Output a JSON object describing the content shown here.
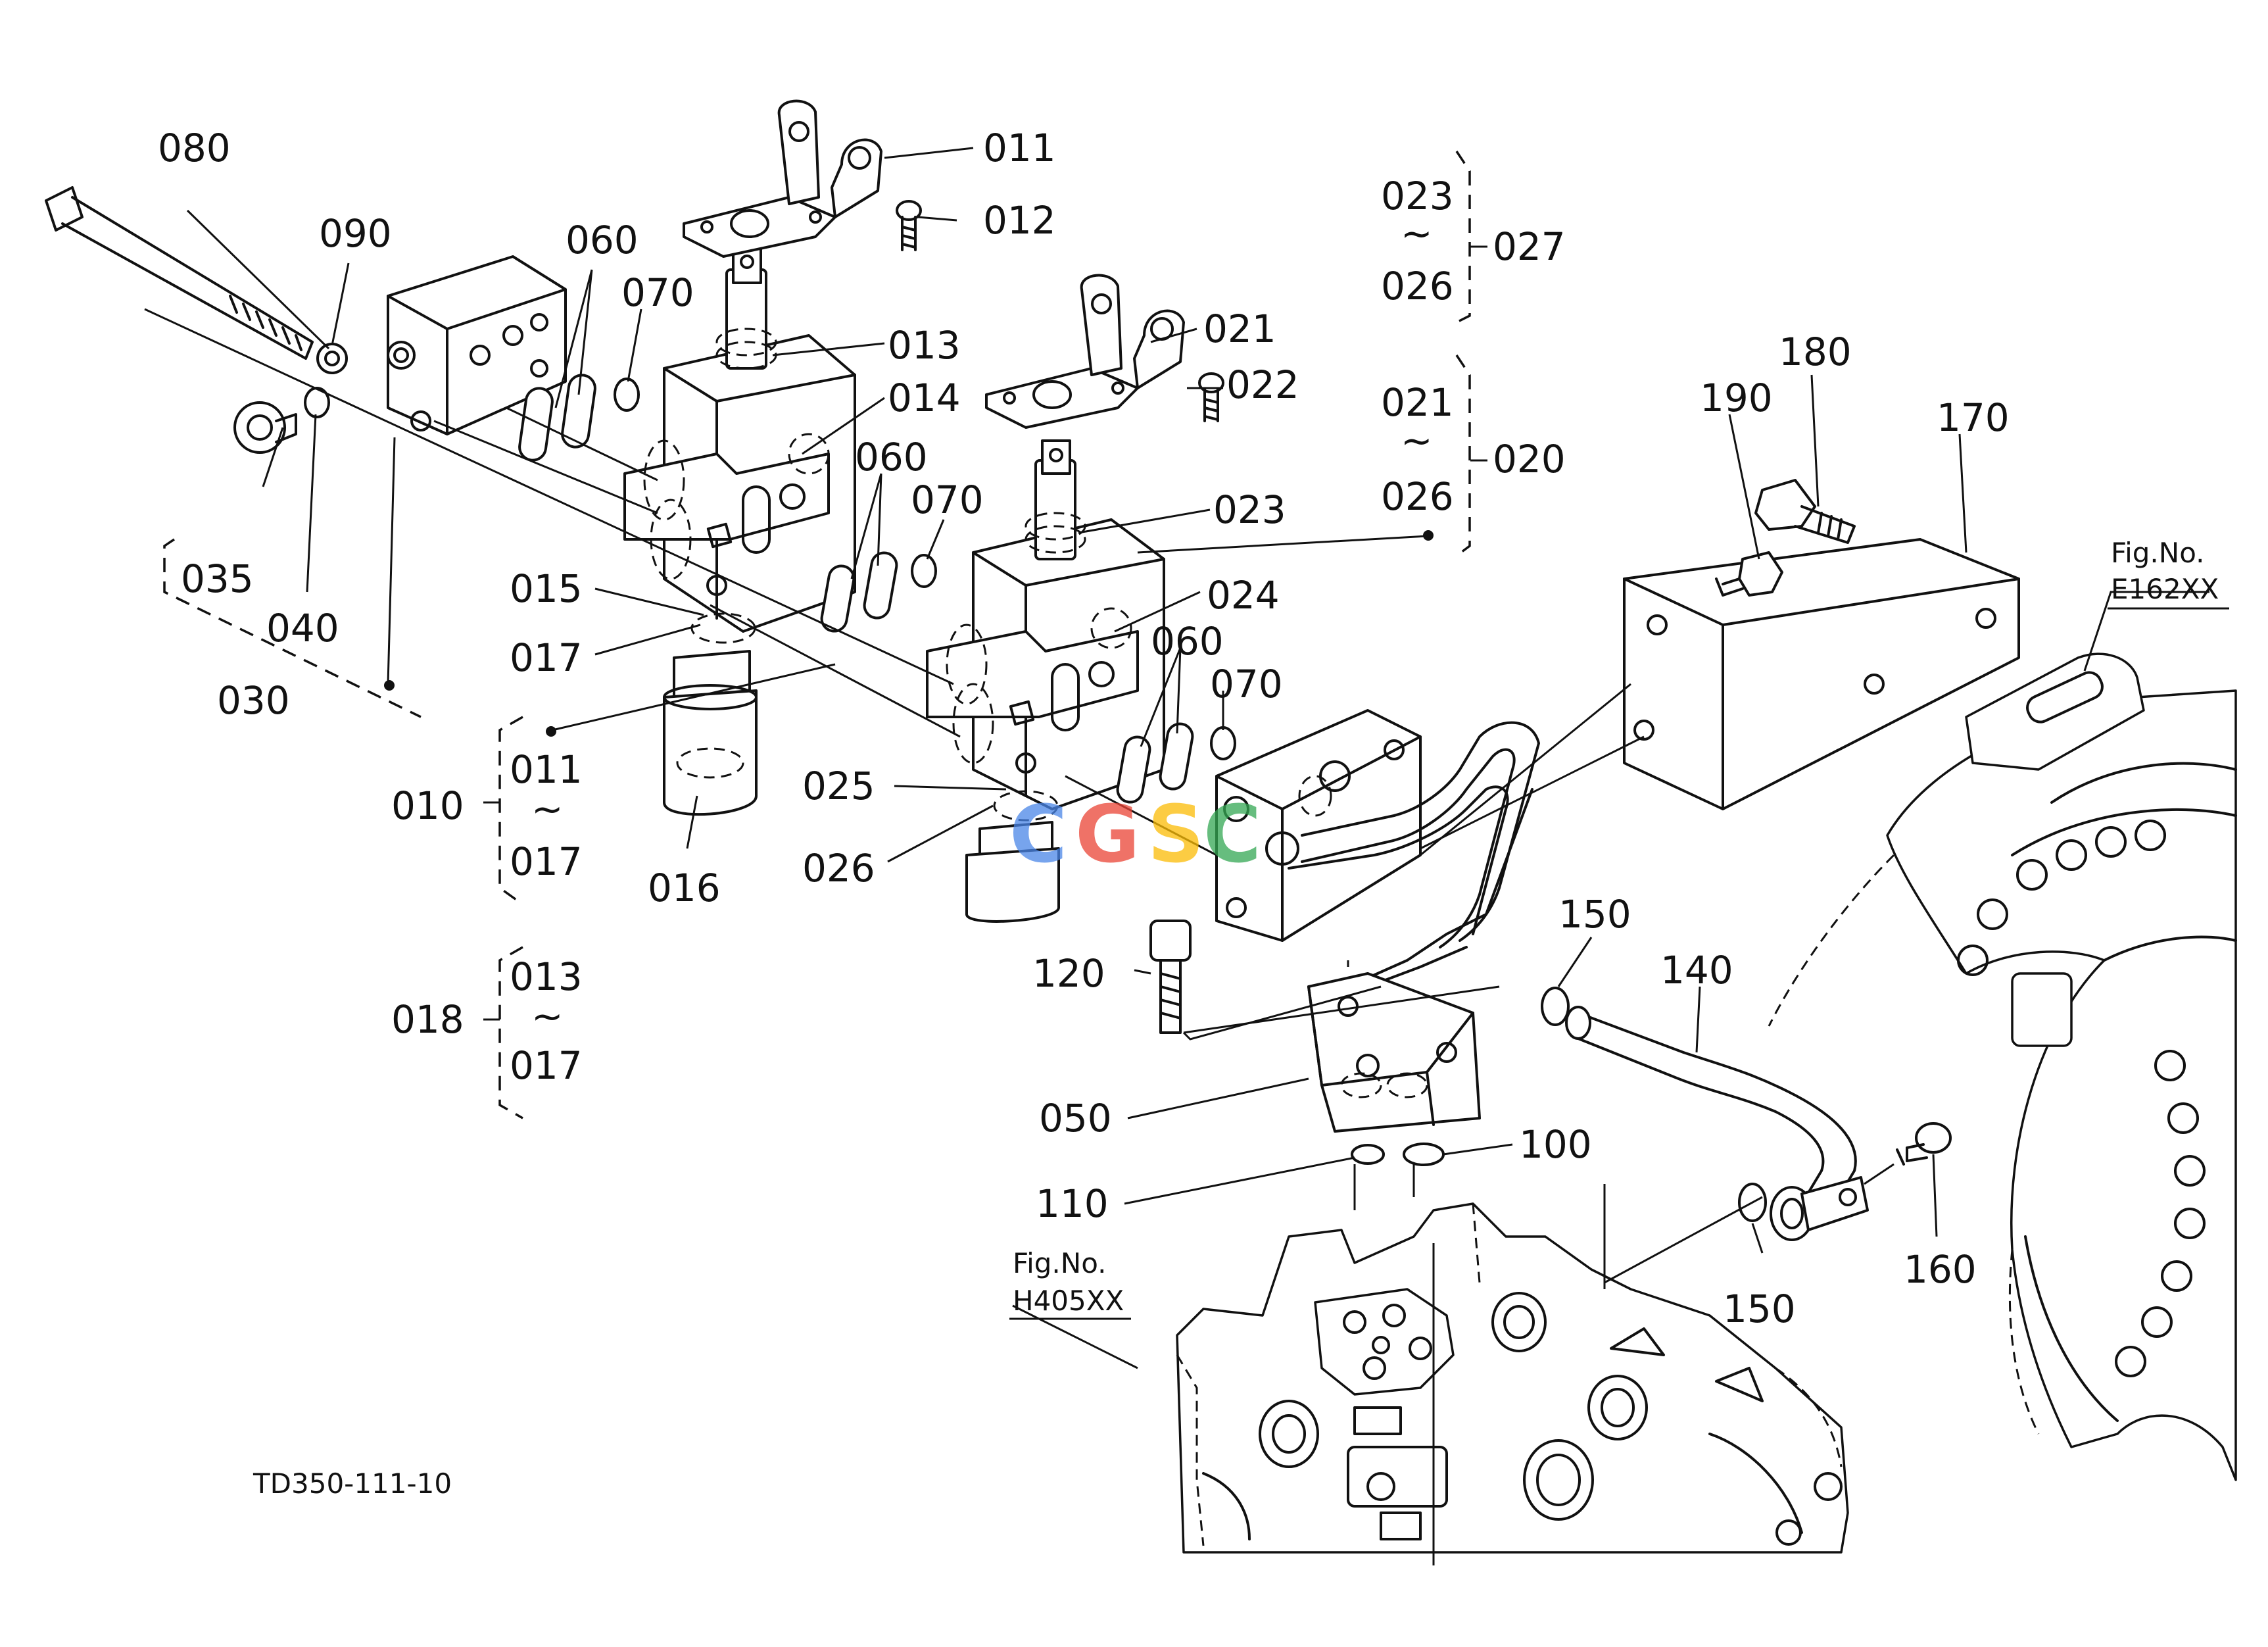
{
  "drawing": {
    "code": "TD350-111-10",
    "watermark": "CGSC",
    "fig_refs": [
      {
        "line1": "Fig.No.",
        "line2": "E162XX"
      },
      {
        "line1": "Fig.No.",
        "line2": "H405XX"
      }
    ]
  },
  "callouts": {
    "c080": "080",
    "c090": "090",
    "c060a": "060",
    "c070a": "070",
    "c011": "011",
    "c012": "012",
    "c013": "013",
    "c014": "014",
    "c060b": "060",
    "c070b": "070",
    "c035": "035",
    "c040": "040",
    "c030": "030",
    "c015": "015",
    "c017": "017",
    "c016": "016",
    "c021": "021",
    "c022": "022",
    "c023": "023",
    "c024": "024",
    "c060c": "060",
    "c070c": "070",
    "c025": "025",
    "c026": "026",
    "c120": "120",
    "c050": "050",
    "c110": "110",
    "c100": "100",
    "c150a": "150",
    "c140": "140",
    "c150b": "150",
    "c160": "160",
    "c170": "170",
    "c180": "180",
    "c190": "190"
  },
  "groups": {
    "g027": {
      "from": "023",
      "tilde": "~",
      "to": "026",
      "set": "027"
    },
    "g020": {
      "from": "021",
      "tilde": "~",
      "to": "026",
      "set": "020"
    },
    "g010": {
      "from": "011",
      "tilde": "~",
      "to": "017",
      "set": "010"
    },
    "g018": {
      "from": "013",
      "tilde": "~",
      "to": "017",
      "set": "018"
    }
  },
  "colors": {
    "ink": "#111111",
    "paper": "#ffffff",
    "wm_c1": "#4a86e8",
    "wm_g": "#ea4335",
    "wm_s": "#fbbc05",
    "wm_c2": "#34a853"
  }
}
